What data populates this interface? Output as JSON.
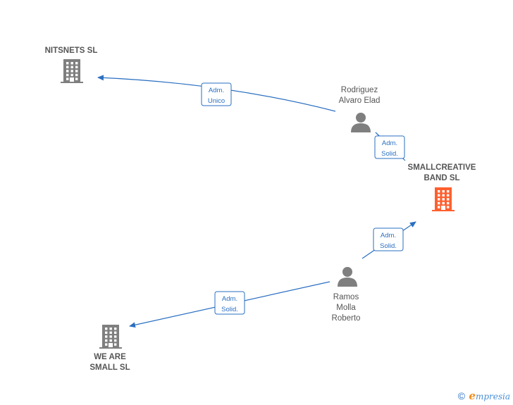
{
  "colors": {
    "edge": "#2a6fc1",
    "company_default": "#7f7f7f",
    "company_focus": "#ff5f2e",
    "person": "#7f7f7f"
  },
  "nodes": [
    {
      "id": "nitsnets",
      "kind": "company",
      "icon": "building-icon",
      "lines": [
        "NITSNETS SL"
      ],
      "focus": false
    },
    {
      "id": "rodriguez",
      "kind": "person",
      "icon": "person-icon",
      "lines": [
        "Rodriguez",
        "Alvaro Elad"
      ],
      "focus": false
    },
    {
      "id": "smallcreative",
      "kind": "company",
      "icon": "building-icon",
      "lines": [
        "SMALLCREATIVE",
        "BAND  SL"
      ],
      "focus": true
    },
    {
      "id": "ramos",
      "kind": "person",
      "icon": "person-icon",
      "lines": [
        "Ramos",
        "Molla",
        "Roberto"
      ],
      "focus": false
    },
    {
      "id": "weare",
      "kind": "company",
      "icon": "building-icon",
      "lines": [
        "WE ARE",
        "SMALL SL"
      ],
      "focus": false
    }
  ],
  "edges": [
    {
      "from": "rodriguez",
      "to": "nitsnets",
      "label": [
        "Adm.",
        "Unico"
      ]
    },
    {
      "from": "rodriguez",
      "to": "smallcreative",
      "label": [
        "Adm.",
        "Solid."
      ]
    },
    {
      "from": "ramos",
      "to": "smallcreative",
      "label": [
        "Adm.",
        "Solid."
      ]
    },
    {
      "from": "ramos",
      "to": "weare",
      "label": [
        "Adm.",
        "Solid."
      ]
    }
  ],
  "footer": {
    "copyright": "©",
    "brand_initial": "e",
    "brand_rest": "mpresia"
  }
}
